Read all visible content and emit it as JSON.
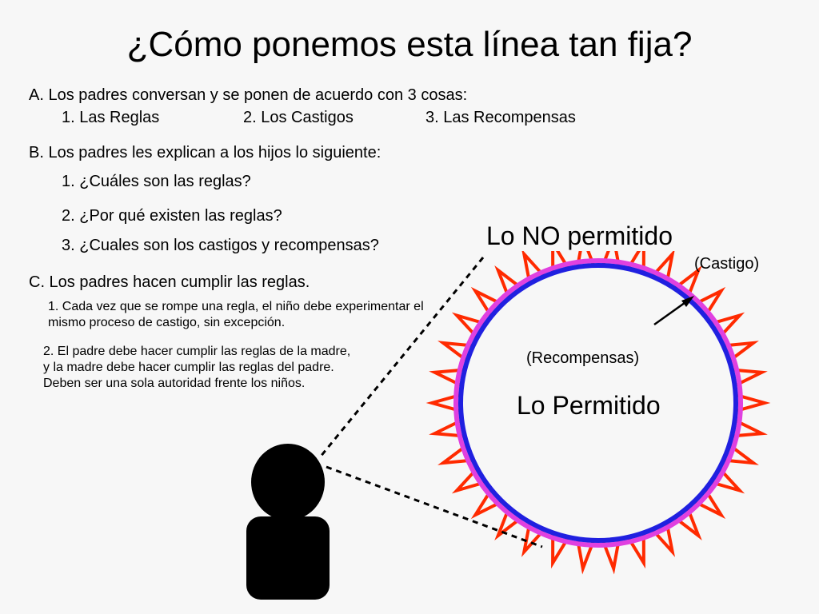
{
  "title": "¿Cómo ponemos esta línea tan fija?",
  "sectionA": {
    "heading": "A.  Los padres conversan y se ponen de acuerdo con 3 cosas:",
    "items": [
      "1.  Las Reglas",
      "2.  Los Castigos",
      "3.  Las Recompensas"
    ]
  },
  "sectionB": {
    "heading": "B.  Los padres les explican a los hijos lo siguiente:",
    "items": [
      "1.  ¿Cuáles son las reglas?",
      "2.  ¿Por qué existen las reglas?",
      "3.  ¿Cuales son los castigos y recompensas?"
    ]
  },
  "sectionC": {
    "heading": "C.  Los padres hacen cumplir las reglas.",
    "items": [
      "1.  Cada vez que se rompe una regla, el niño debe experimentar el mismo proceso de castigo, sin excepción.",
      "2.  El padre debe hacer cumplir las reglas de la madre, y la madre debe hacer cumplir las reglas del padre.  Deben ser una sola autoridad frente los niños."
    ]
  },
  "diagram": {
    "outside_label": "Lo NO permitido",
    "punishment_label": "(Castigo)",
    "rewards_label": "(Recompensas)",
    "inside_label": "Lo Permitido",
    "colors": {
      "spikes": "#ff2a00",
      "outer_ring": "#e040e0",
      "inner_ring": "#2020e0",
      "figure": "#000000"
    },
    "icons": [
      "child-figure-icon",
      "arrow-icon"
    ]
  }
}
